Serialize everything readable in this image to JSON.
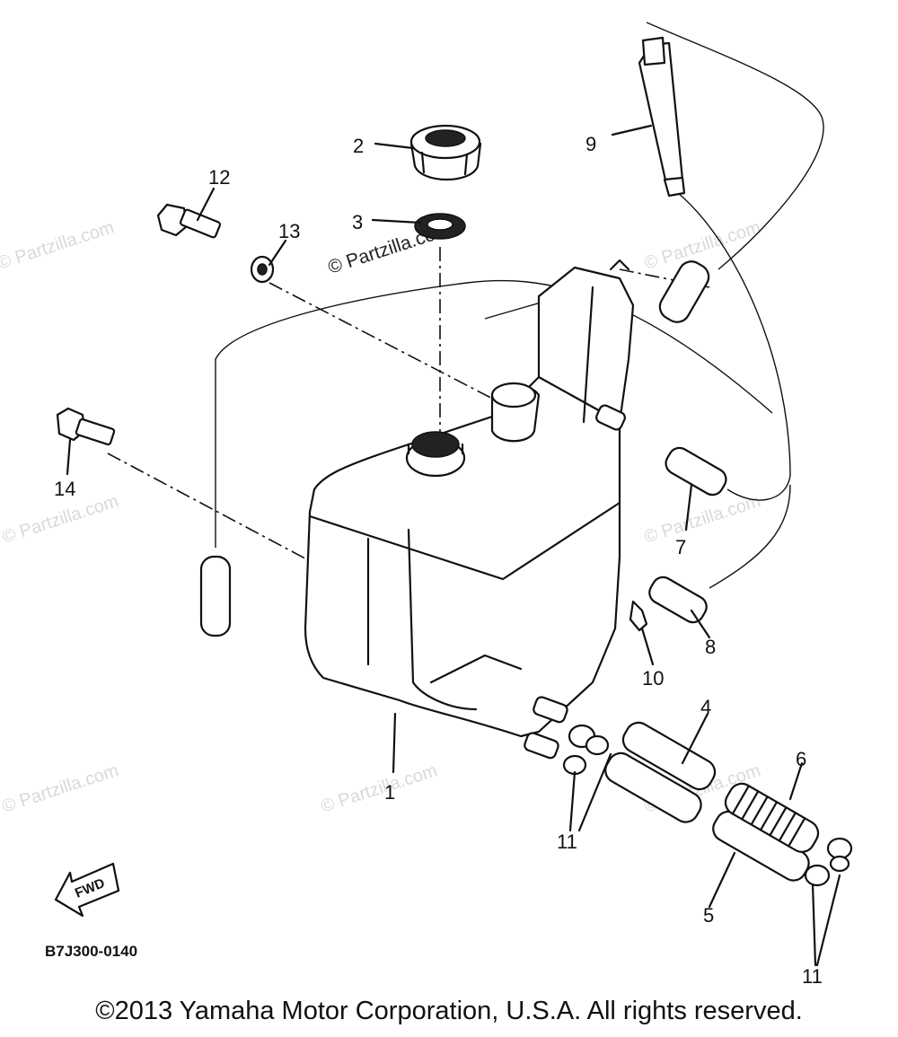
{
  "diagram": {
    "part_code": "B7J300-0140",
    "fwd_label": "FWD",
    "callouts": {
      "tank": "1",
      "cap": "2",
      "cap_gasket": "3",
      "hose_4": "4",
      "hose_5": "5",
      "hose_6": "6",
      "hose_7": "7",
      "hose_8": "8",
      "hose_9": "9",
      "joint_10": "10",
      "clamp_upper": "11",
      "clamp_lower": "11",
      "bolt_12": "12",
      "washer_13": "13",
      "bolt_14": "14"
    },
    "watermarks": {
      "text": "© Partzilla.com",
      "highlight": "© Partzilla.com"
    }
  },
  "footer": {
    "copyright": "©2013 Yamaha Motor Corporation, U.S.A. All rights reserved."
  }
}
